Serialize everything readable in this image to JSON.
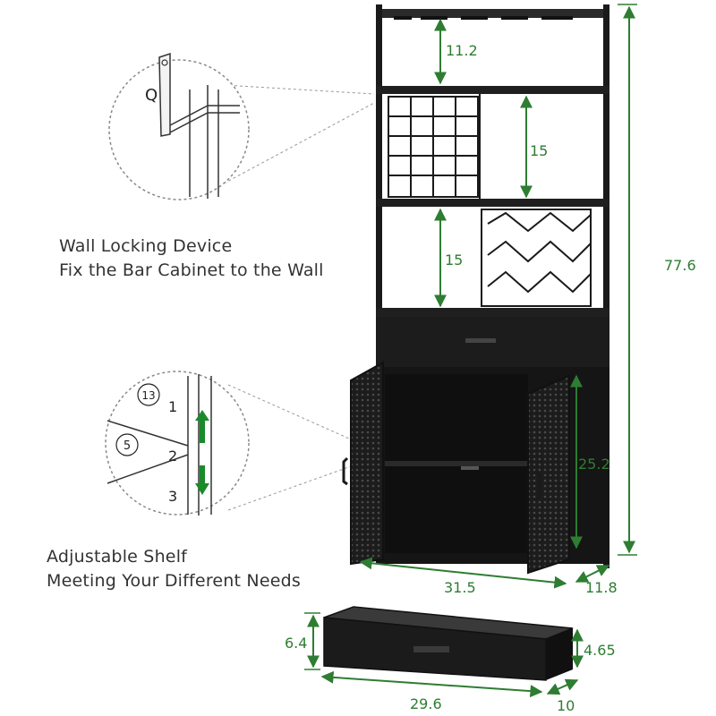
{
  "captions": {
    "wall_locking_title": "Wall Locking Device",
    "wall_locking_desc": "Fix the Bar Cabinet to the Wall",
    "adjustable_title": "Adjustable Shelf",
    "adjustable_desc": "Meeting Your Different Needs"
  },
  "callouts": {
    "q_label": "Q",
    "part_13": "13",
    "part_5": "5",
    "hole_1": "1",
    "hole_2": "2",
    "hole_3": "3"
  },
  "dimensions": {
    "top_shelf_gap": "11.2",
    "wine_rack_gap": "15",
    "middle_shelf_gap": "15",
    "total_height": "77.6",
    "cabinet_height": "25.2",
    "width": "31.5",
    "depth": "11.8",
    "drawer_height": "6.4",
    "drawer_inner_height": "4.65",
    "drawer_width": "29.6",
    "drawer_depth": "10"
  },
  "colors": {
    "dimension_green": "#2e7d32",
    "cabinet_black": "#1a1a1a",
    "arrow_green": "#1b8a2a"
  }
}
